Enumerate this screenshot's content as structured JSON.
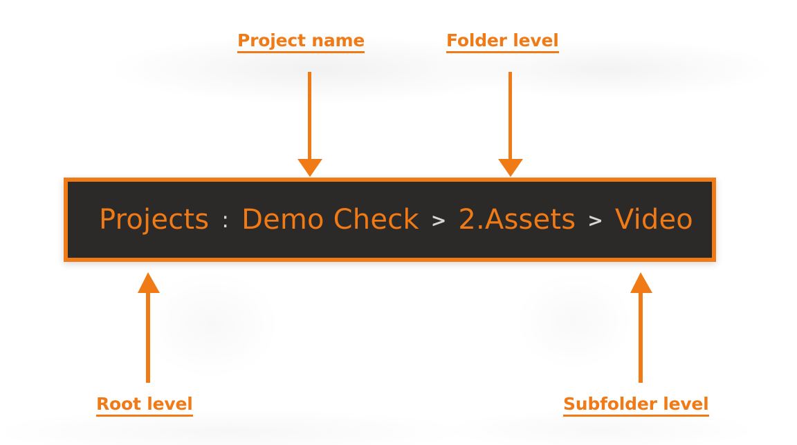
{
  "breadcrumb": {
    "root_label": "Projects",
    "root_separator": ":",
    "project_label": "Demo Check",
    "separator_1": ">",
    "folder_label": "2.Assets",
    "separator_2": ">",
    "subfolder_label": "Video",
    "background_color": "#2b2a29",
    "text_color": "#F07A16",
    "separator_color": "#d6d6d6",
    "border_color": "#F07A16"
  },
  "annotations": {
    "accent_color": "#F07A16",
    "project_name": {
      "label": "Project name",
      "points_to": "Demo Check",
      "direction": "down"
    },
    "folder_level": {
      "label": "Folder level",
      "points_to": "2.Assets",
      "direction": "down"
    },
    "root_level": {
      "label": "Root level",
      "points_to": "Projects",
      "direction": "up"
    },
    "subfolder_level": {
      "label": "Subfolder level",
      "points_to": "Video",
      "direction": "up"
    }
  }
}
